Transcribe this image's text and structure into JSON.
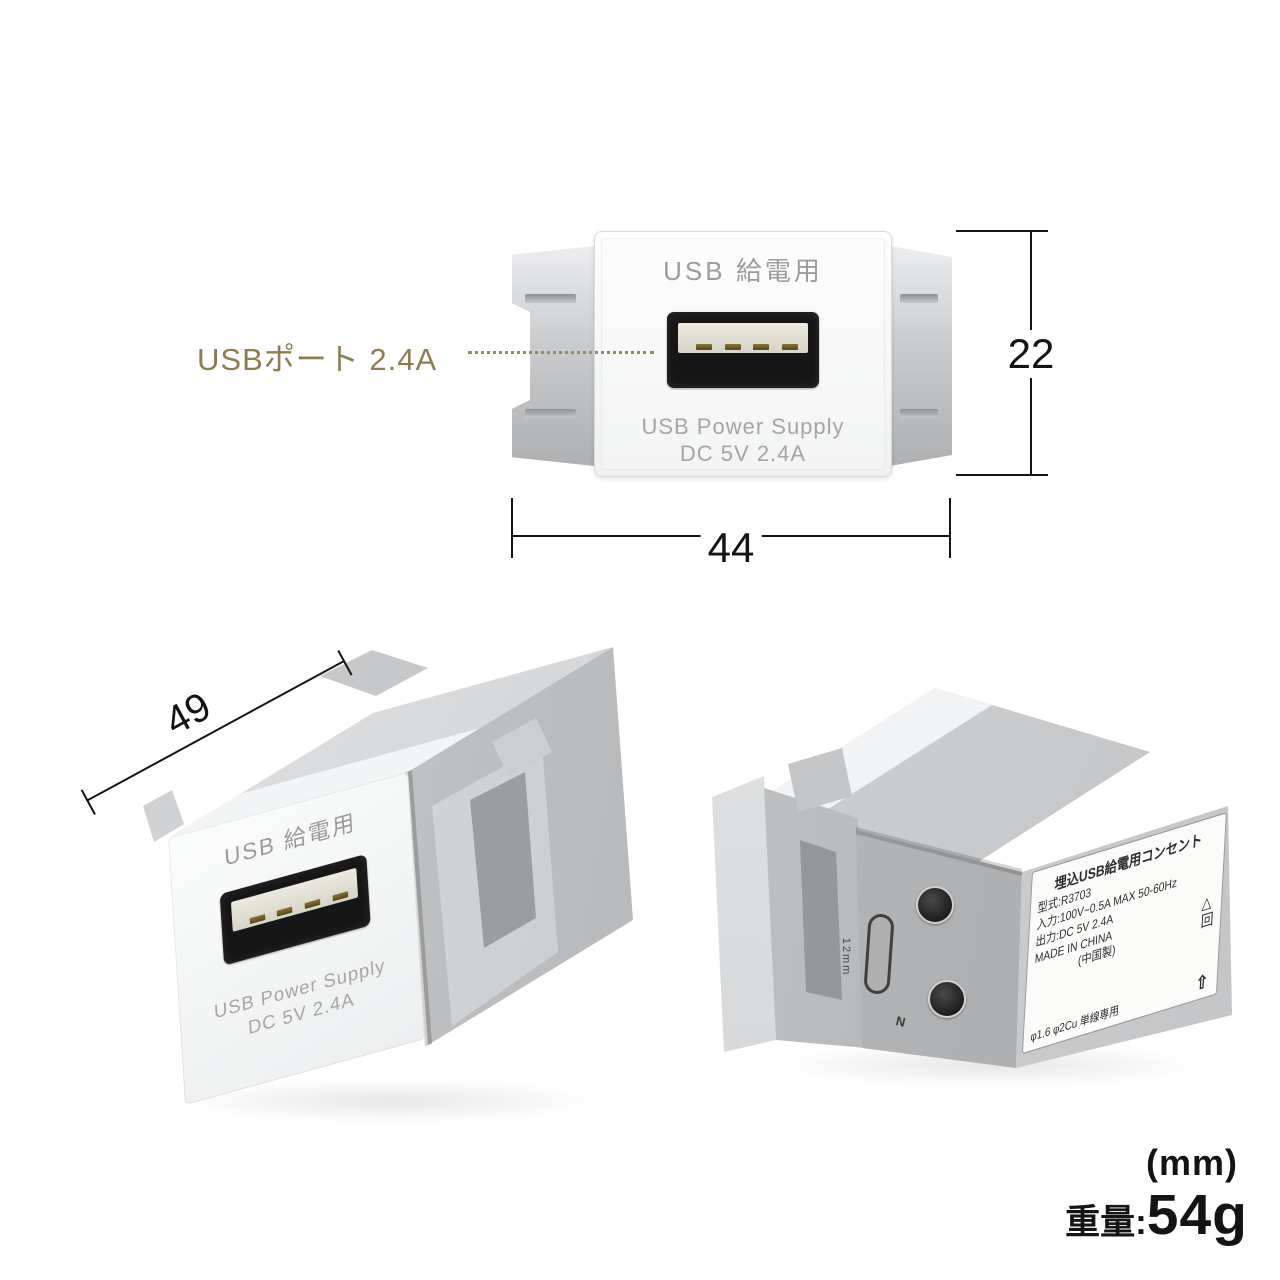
{
  "page": {
    "unit_note": "(mm)",
    "weight_label": "重量:",
    "weight_value": "54g"
  },
  "callout": {
    "usb_port_label": "USBポート 2.4A"
  },
  "dimensions": {
    "height_mm": "22",
    "width_mm": "44",
    "depth_mm": "49"
  },
  "front_view": {
    "top_label": "USB 給電用",
    "power_line1": "USB Power Supply",
    "power_line2": "DC 5V 2.4A"
  },
  "perspective_view": {
    "top_label": "USB 給電用",
    "power_line1": "USB Power Supply",
    "power_line2": "DC 5V 2.4A"
  },
  "back_view": {
    "label_title": "埋込USB給電用コンセント",
    "model": "型式:R3703",
    "input": "入力:100V~0.5A MAX 50-60Hz",
    "output": "出力:DC 5V 2.4A",
    "origin": "MADE IN CHINA",
    "origin_note": "(中国製)",
    "wiring": "φ1.6 φ2Cu 単線専用",
    "strip_gauge": "12mm",
    "terminal_n": "N",
    "icons": {
      "triangle_mark": "△",
      "square_mark": "回",
      "up_arrow": "⇧"
    }
  },
  "colors": {
    "annotation_gold": "#8e7c52",
    "dimension_black": "#141414"
  }
}
